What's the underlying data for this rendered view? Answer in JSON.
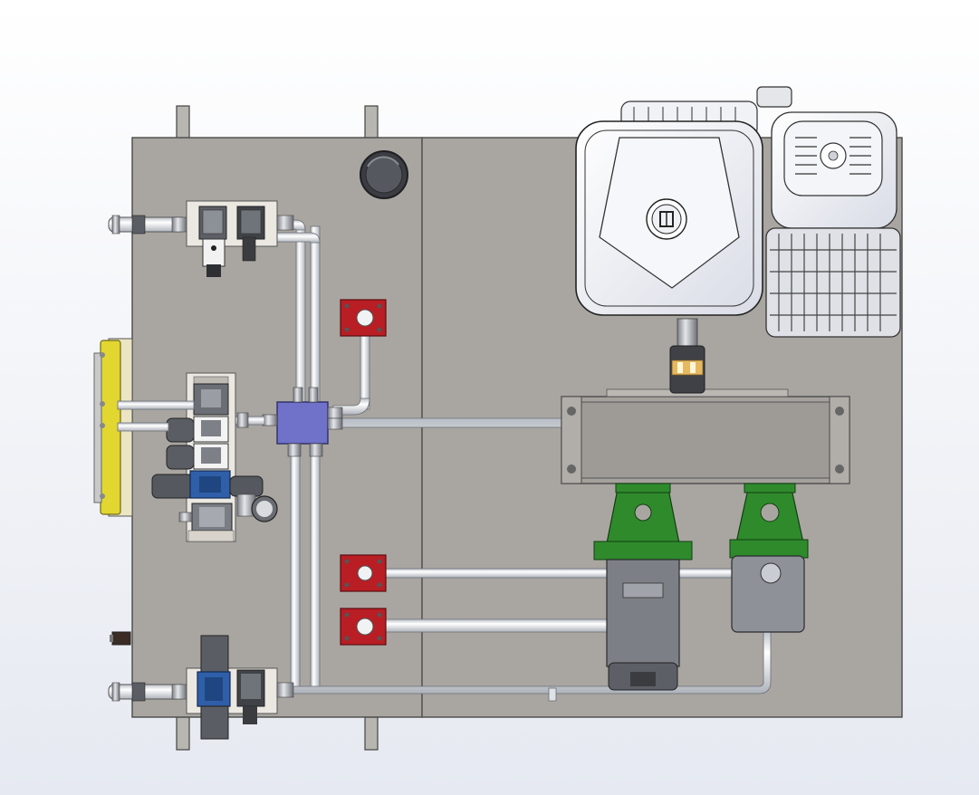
{
  "view": {
    "background_top": "#ffffff",
    "background_bottom": "#e6e9f1"
  },
  "colors": {
    "plate": "#a9a6a1",
    "plate_edge": "#4a4a4a",
    "manifold_block": "#6f72c8",
    "solenoid_blue": "#2f5fa8",
    "mount_flange": "#b81e24",
    "pump_bracket": "#2f8a2c",
    "reservoir_flange": "#e2d630",
    "pipe": "#e9ecf1",
    "engine_body": "#eceef3"
  },
  "components": [
    {
      "name": "tank-base-plate",
      "icon": "rectangle"
    },
    {
      "name": "filler-cap",
      "icon": "circle"
    },
    {
      "name": "directional-valve",
      "icon": "solenoid-valve"
    },
    {
      "name": "manifold-block",
      "icon": "block"
    },
    {
      "name": "mounting-flange",
      "icon": "square-flange"
    },
    {
      "name": "motor-pump-frame",
      "icon": "frame"
    },
    {
      "name": "hydraulic-pump",
      "icon": "pump"
    },
    {
      "name": "gasoline-engine",
      "icon": "engine"
    },
    {
      "name": "reservoir-flange",
      "icon": "flange"
    }
  ]
}
